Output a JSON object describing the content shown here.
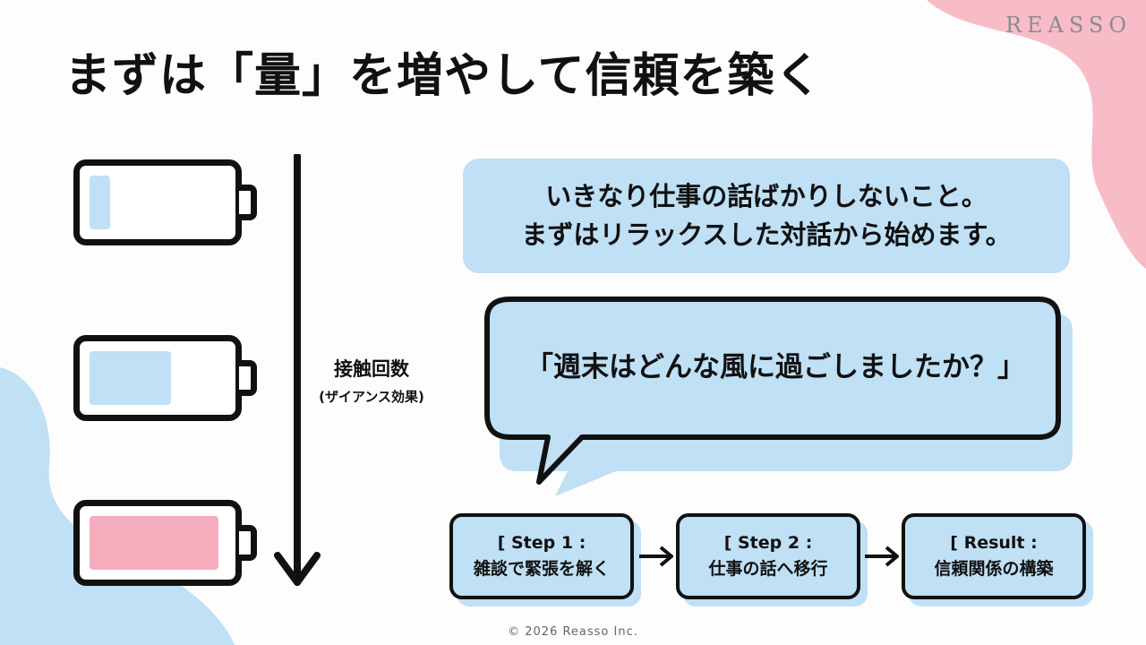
{
  "brand": "REASSO",
  "title": "まずは「量」を増やして信頼を築く",
  "colors": {
    "blue_light": "#bfe0f5",
    "pink": "#f5adbd",
    "bg_pink": "#f7bcc7",
    "bg_blue": "#bfe0f5",
    "ink": "#111111"
  },
  "batteries": [
    {
      "level": 0.15,
      "color": "#bfe0f5"
    },
    {
      "level": 0.6,
      "color": "#bfe0f5"
    },
    {
      "level": 0.95,
      "color": "#f5adbd"
    }
  ],
  "arrow": {
    "label": "接触回数",
    "sublabel": "(ザイアンス効果)"
  },
  "info": {
    "line1": "いきなり仕事の話ばかりしないこと。",
    "line2": "まずはリラックスした対話から始めます。"
  },
  "bubble": {
    "text": "「週末はどんな風に過ごしましたか？」"
  },
  "steps": [
    {
      "head": "[ Step 1 :",
      "body": "雑談で緊張を解く"
    },
    {
      "head": "[ Step 2 :",
      "body": "仕事の話へ移行"
    },
    {
      "head": "[ Result :",
      "body": "信頼関係の構築"
    }
  ],
  "footer": {
    "copyright": "© 2026  Reasso Inc."
  }
}
